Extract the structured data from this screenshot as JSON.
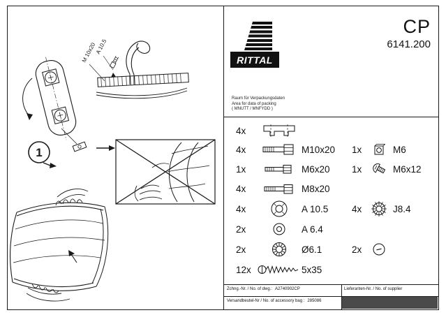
{
  "header": {
    "product_code": "CP",
    "product_number": "6141.200"
  },
  "logo": {
    "brand": "RITTAL"
  },
  "packing_note": {
    "line1": "Raum für Verpackungsdaten",
    "line2": "Area for data of packing",
    "line3": "( MNUTT / MNFYDD )"
  },
  "drawing": {
    "step": "1",
    "dim_a": "A 10.5",
    "dim_m": "M 10x20"
  },
  "parts_rows": [
    {
      "qty": "4x",
      "icon": "clamp-bracket-icon",
      "label": ""
    },
    {
      "qty": "4x",
      "icon": "hex-bolt-icon",
      "label": "M10x20",
      "right": {
        "qty": "1x",
        "icon": "square-nut-icon",
        "label": "M6"
      }
    },
    {
      "qty": "1x",
      "icon": "hex-bolt-icon",
      "label": "M6x20",
      "right": {
        "qty": "1x",
        "icon": "pan-head-screw-icon",
        "label": "M6x12"
      }
    },
    {
      "qty": "4x",
      "icon": "hex-bolt-icon",
      "label": "M8x20"
    },
    {
      "qty": "4x",
      "icon": "flat-washer-icon",
      "label": "A 10.5",
      "right": {
        "qty": "4x",
        "icon": "toothed-washer-icon",
        "label": "J8.4"
      }
    },
    {
      "qty": "2x",
      "icon": "flat-washer-icon",
      "label": "A 6.4"
    },
    {
      "qty": "2x",
      "icon": "knurled-nut-icon",
      "label": "Ø6.1",
      "right": {
        "qty": "2x",
        "icon": "slotted-cap-icon",
        "label": ""
      }
    },
    {
      "qty": "12x",
      "icon": "tapping-screw-icon",
      "label": "5x35"
    }
  ],
  "footer": {
    "drawing_no_label": "Zchng.-Nr. / No. of dwg.:",
    "drawing_no_value": "A2740902CP",
    "bag_no_label": "Versandbeutel-Nr / No. of accessory bag :",
    "bag_no_value": "285086",
    "supplier_label": "Lieferanten-Nr. / No. of supplier"
  },
  "colors": {
    "ink": "#1a1a1a",
    "paper": "#ffffff",
    "redacted_bar": "#4a4a4a"
  }
}
